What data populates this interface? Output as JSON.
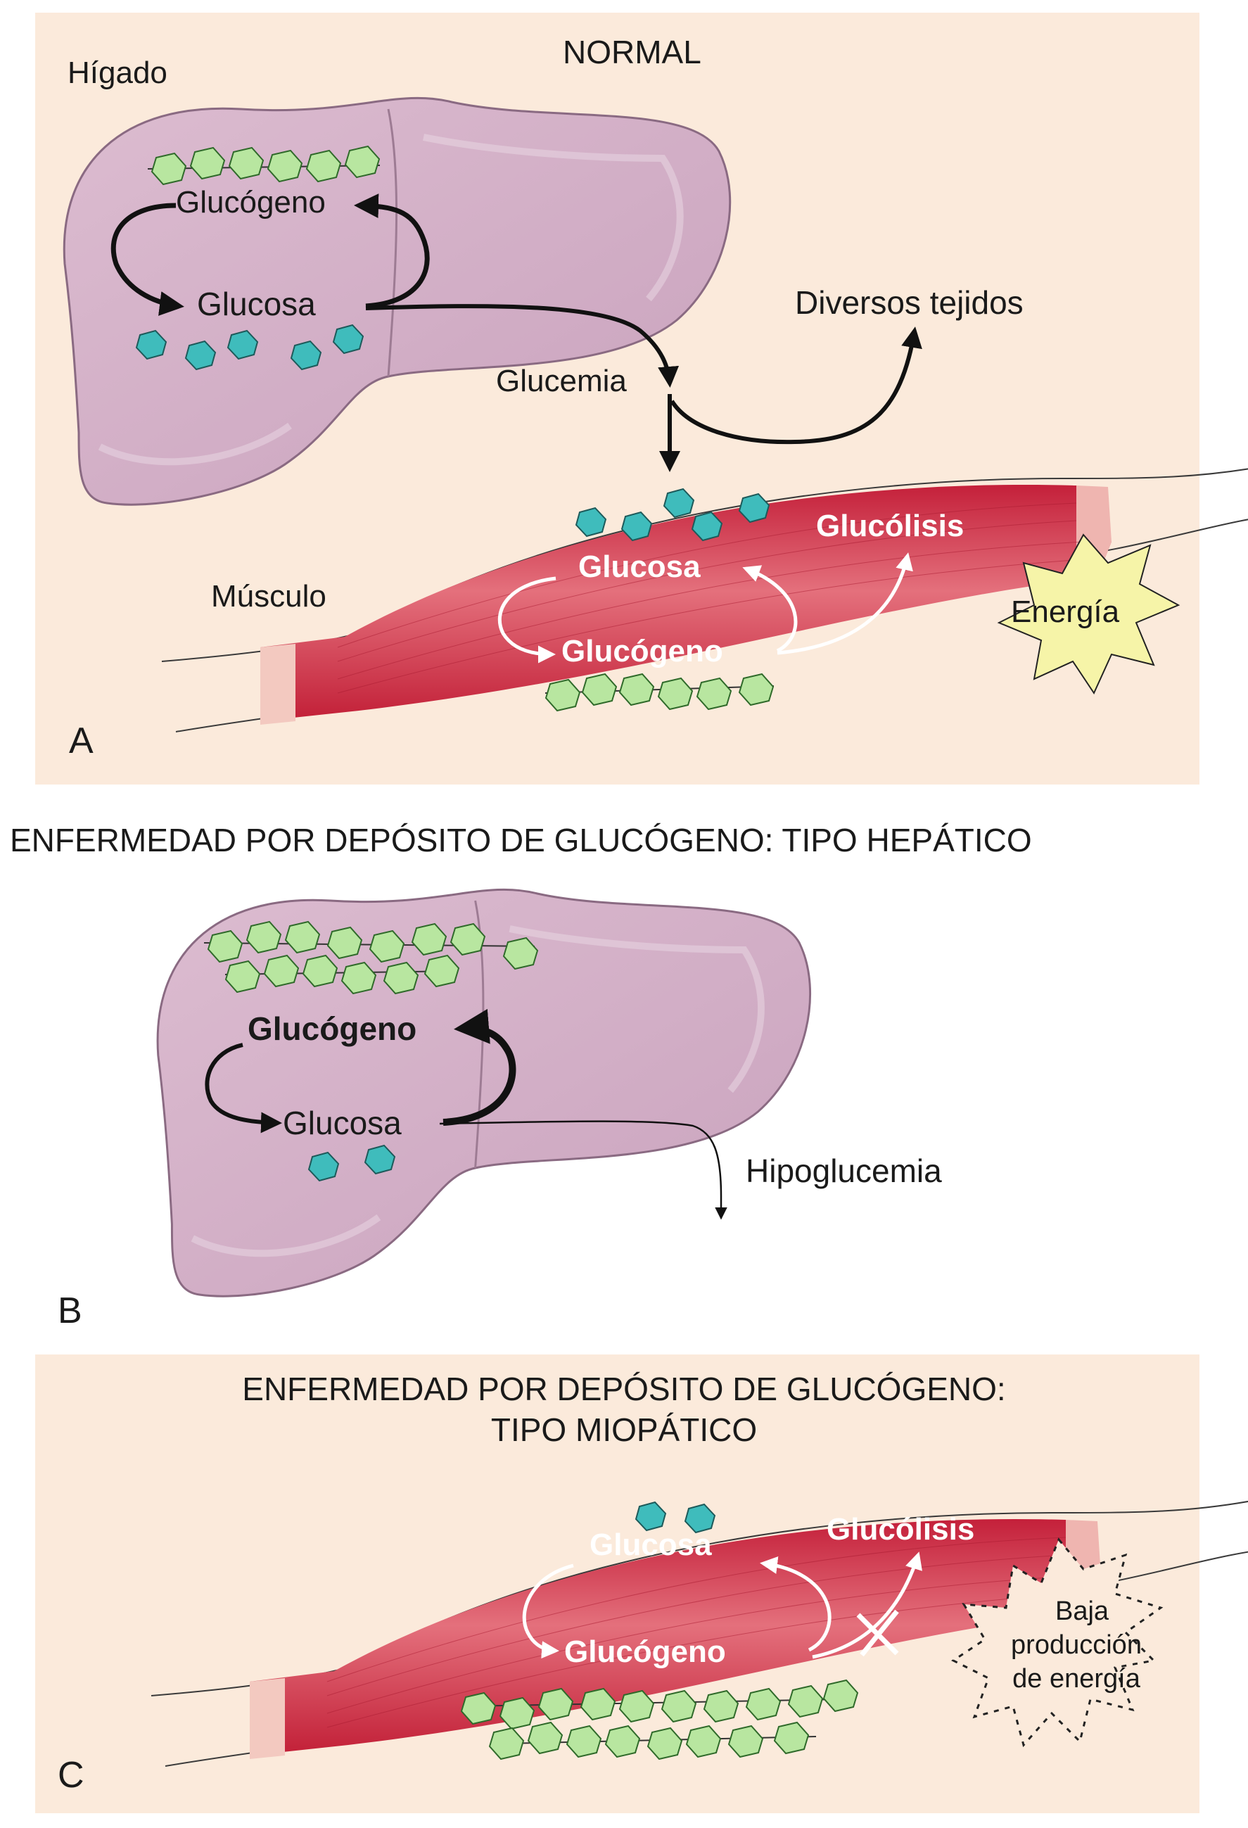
{
  "panel_a": {
    "letter": "A",
    "title": "NORMAL",
    "liver_label": "Hígado",
    "liver_glycogen": "Glucógeno",
    "liver_glucose": "Glucosa",
    "blood_glucose": "Glucemia",
    "tissues": "Diversos tejidos",
    "muscle_label": "Músculo",
    "muscle_glucose": "Glucosa",
    "muscle_glycogen": "Glucógeno",
    "glycolysis": "Glucólisis",
    "energy": "Energía"
  },
  "panel_b": {
    "letter": "B",
    "title": "ENFERMEDAD POR DEPÓSITO DE GLUCÓGENO: TIPO HEPÁTICO",
    "glycogen": "Glucógeno",
    "glucose": "Glucosa",
    "hypoglycemia": "Hipoglucemia"
  },
  "panel_c": {
    "letter": "C",
    "title_line1": "ENFERMEDAD POR DEPÓSITO DE GLUCÓGENO:",
    "title_line2": "TIPO MIOPÁTICO",
    "glucose": "Glucosa",
    "glycogen": "Glucógeno",
    "glycolysis": "Glucólisis",
    "low_energy_line1": "Baja",
    "low_energy_line2": "producción",
    "low_energy_line3": "de energía"
  },
  "colors": {
    "panel_bg": "#fbeadb",
    "liver": "#d7b3ca",
    "liver_edge": "#8a6a82",
    "muscle": "#d02a40",
    "muscle_light": "#e8808c",
    "glycogen_unit": "#b8e6a0",
    "glucose_unit": "#3fbcbc",
    "energy_burst": "#f6f4a8"
  }
}
